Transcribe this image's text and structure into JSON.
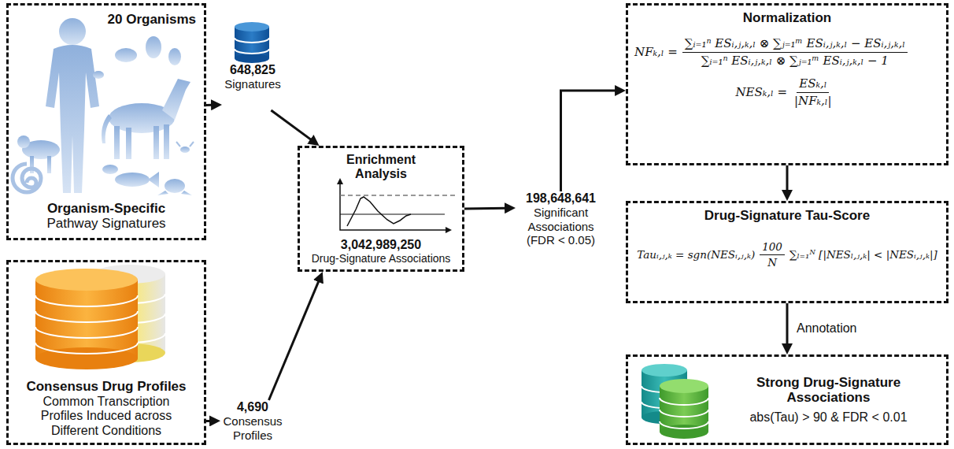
{
  "diagram": {
    "nodes": [
      {
        "text": [
          "20 Organisms",
          "Organism-Specific",
          "Pathway Signatures"
        ]
      },
      {
        "text": [
          "648,825",
          "Signatures"
        ]
      },
      {
        "text": [
          "Consensus Drug Profiles",
          "Common Transcription Profiles Induced across Different Conditions"
        ]
      },
      {
        "text": [
          "4,690",
          "Consensus Profiles"
        ]
      },
      {
        "text": [
          "Enrichment Analysis",
          "3,042,989,250",
          "Drug-Signature Associations"
        ]
      },
      {
        "text": [
          "198,648,641",
          "Significant Associations (FDR < 0.05)"
        ]
      },
      {
        "text": [
          "Normalization",
          "NFₖ,ₗ =",
          "∑ᵢ₌₁ⁿ ESᵢ,ⱼ,ₖ,ₗ ⊗ ∑ⱼ₌₁ᵐ ESᵢ,ⱼ,ₖ,ₗ − ESᵢ,ⱼ,ₖ,ₗ",
          "∑ᵢ₌₁ⁿ ESᵢ,ⱼ,ₖ,ₗ ⊗ ∑ⱼ₌₁ᵐ ESᵢ,ⱼ,ₖ,ₗ − 1",
          "NESₖ,ₗ =",
          "ESₖ,ₗ",
          "|NFₖ,ₗ|"
        ]
      },
      {
        "text": [
          "Drug-Signature Tau-Score",
          "Tauᵢ,ⱼ,ₖ = sgn(NESᵢ,ⱼ,ₖ)",
          "100",
          "N",
          "∑ₗ₌₁ᴺ [|NESₗ,ⱼ,ₖ| < |NESᵢ,ⱼ,ₖ|]"
        ]
      },
      {
        "text": [
          "Strong Drug-Signature Associations",
          "abs(Tau) > 90 & FDR < 0.01"
        ]
      }
    ],
    "edges": [
      {
        "from": 0,
        "to": 1,
        "arrow": "to"
      },
      {
        "from": 1,
        "to": 4,
        "arrow": "to"
      },
      {
        "from": 2,
        "to": 3,
        "arrow": "to"
      },
      {
        "from": 3,
        "to": 4,
        "arrow": "to"
      },
      {
        "from": 4,
        "to": 5,
        "arrow": "to"
      },
      {
        "from": 5,
        "to": 6,
        "arrow": "to"
      },
      {
        "from": 6,
        "to": 7,
        "arrow": "to"
      },
      {
        "from": 7,
        "to": 8,
        "label": "Annotation",
        "arrow": "to"
      }
    ]
  }
}
